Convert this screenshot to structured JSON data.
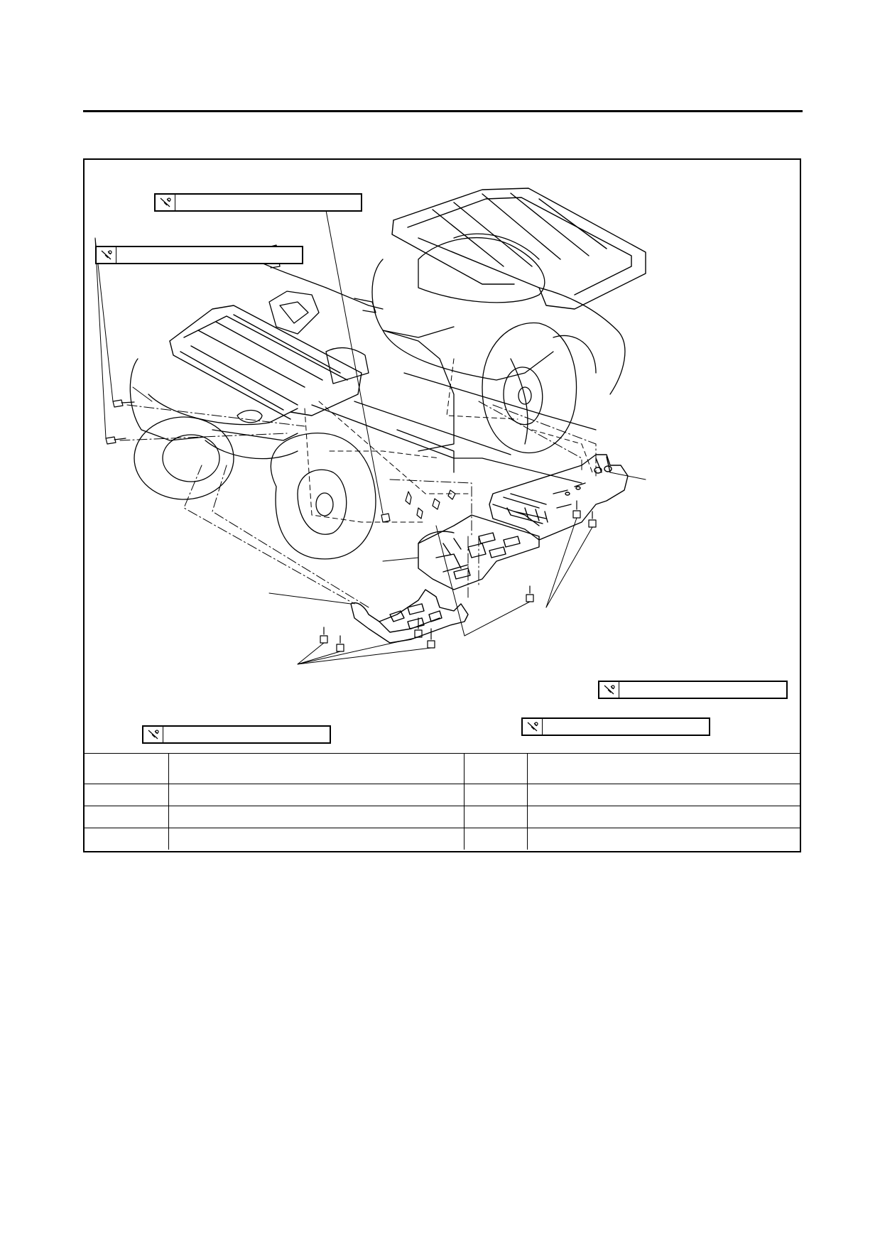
{
  "page": {
    "header_text": "",
    "section_title": ""
  },
  "torque_callouts": [
    {
      "id": "t1",
      "icon": "torque-wrench-icon",
      "value": ""
    },
    {
      "id": "t2",
      "icon": "torque-wrench-icon",
      "value": ""
    },
    {
      "id": "t3",
      "icon": "torque-wrench-icon",
      "value": ""
    },
    {
      "id": "t4",
      "icon": "torque-wrench-icon",
      "value": ""
    },
    {
      "id": "t5",
      "icon": "torque-wrench-icon",
      "value": ""
    }
  ],
  "parts_table": {
    "columns": [
      "",
      "",
      "",
      ""
    ],
    "rows": [
      [
        "",
        "",
        "",
        ""
      ],
      [
        "",
        "",
        "",
        ""
      ],
      [
        "",
        "",
        "",
        ""
      ]
    ]
  },
  "colors": {
    "line": "#000000",
    "background": "#ffffff"
  }
}
